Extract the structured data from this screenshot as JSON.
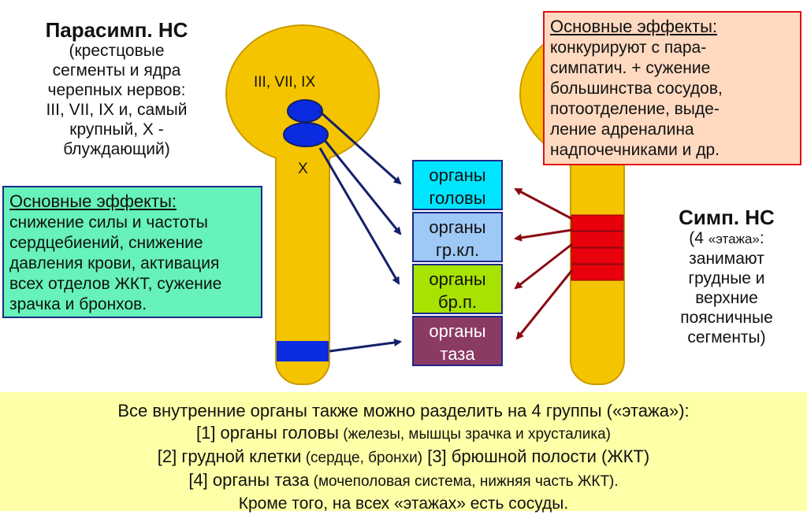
{
  "colors": {
    "cord": "#f5c400",
    "cord_outline": "#c99b00",
    "nucleus_blue": "#0a2be0",
    "symp_red": "#e8000c",
    "arrow_blue": "#14206b",
    "arrow_red": "#8a0a12",
    "head": "#00e5ff",
    "thoracic": "#9ec8f5",
    "abdominal": "#a8e200",
    "pelvis": "#8b3a64",
    "green_box": "#66f2b8",
    "peach_box": "#ffd9c0",
    "bottom_band": "#ffffa8"
  },
  "parasymp": {
    "title": "Парасимп. НС",
    "desc": [
      "(крестцовые",
      "сегменты и ядра",
      "черепных нервов:",
      "III, VII, IX и, самый",
      "крупный, X -",
      "блуждающий)"
    ],
    "label_upper": "III, VII, IX",
    "label_x": "X"
  },
  "symp": {
    "title": "Симп. НС",
    "desc_open": "(4 ",
    "desc_floors": "«этажа»",
    "desc_colon": ":",
    "desc": [
      "занимают",
      "грудные и",
      "верхние",
      "поясничные",
      "сегменты)"
    ]
  },
  "effects_para": {
    "heading": "Основные эффекты:",
    "lines": [
      "снижение силы и частоты",
      "сердцебиений, снижение",
      "давления крови, активация",
      "всех отделов ЖКТ, сужение",
      "зрачка и бронхов."
    ]
  },
  "effects_symp": {
    "heading": "Основные эффекты:",
    "lines": [
      "конкурируют с пара-",
      "симпатич. + сужение",
      "большинства сосудов,",
      "потоотделение, выде-",
      "ление адреналина",
      "надпочечниками и др."
    ]
  },
  "organs": [
    {
      "line1": "органы",
      "line2": "головы"
    },
    {
      "line1": "органы",
      "line2": "гр.кл."
    },
    {
      "line1": "органы",
      "line2": "бр.п."
    },
    {
      "line1": "органы",
      "line2": "таза"
    }
  ],
  "bottom": {
    "line1": "Все внутренние органы также можно разделить на 4 группы («этажа»):",
    "g1_main": "[1] органы головы",
    "g1_detail": " (железы, мышцы зрачка и хрусталика)",
    "g2_main": "[2] грудной клетки",
    "g2_detail": " (сердце, бронхи)",
    "g3_main": " [3] брюшной полости (ЖКТ)",
    "g4_main": "[4] органы таза",
    "g4_detail": " (мочеполовая система, нижняя часть ЖКТ).",
    "last": "Кроме того, на всех «этажах» есть сосуды."
  }
}
